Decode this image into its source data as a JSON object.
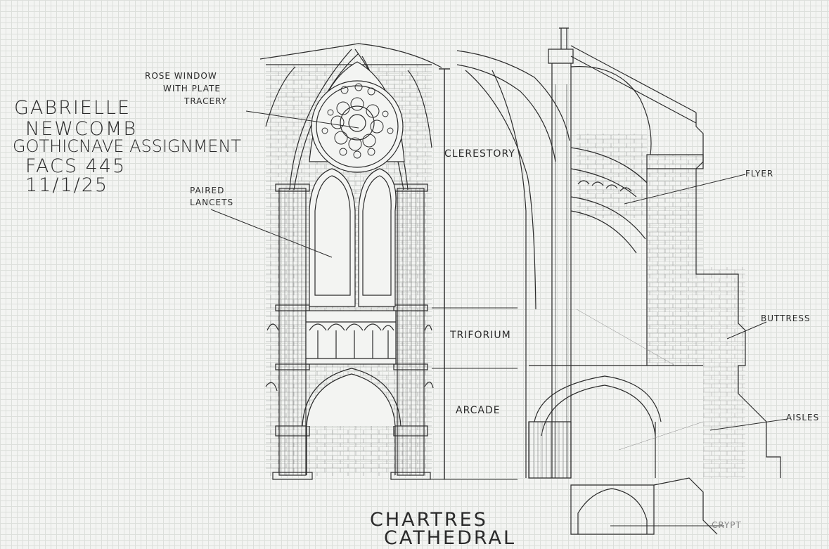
{
  "author_block": {
    "lines": [
      "GABRIELLE",
      "NEWCOMB",
      "GOTHICNAVE ASSIGNMENT",
      "FACS 445",
      "11/1/25"
    ]
  },
  "callouts": {
    "rose_window": [
      "ROSE WINDOW",
      "WITH PLATE",
      "TRACERY"
    ],
    "paired_lancets": [
      "PAIRED",
      "LANCETS"
    ],
    "flyer": "FLYER",
    "buttress": "BUTTRESS",
    "aisles": "AISLES",
    "crypt": "CRYPT"
  },
  "zones": {
    "clerestory": "CLERESTORY",
    "triforium": "TRIFORIUM",
    "arcade": "ARCADE"
  },
  "title": [
    "CHARTRES",
    "CATHEDRAL"
  ],
  "colors": {
    "ink": "#2b2b2b",
    "paper": "#f3f4f2",
    "grid": "#dcdfdb"
  }
}
